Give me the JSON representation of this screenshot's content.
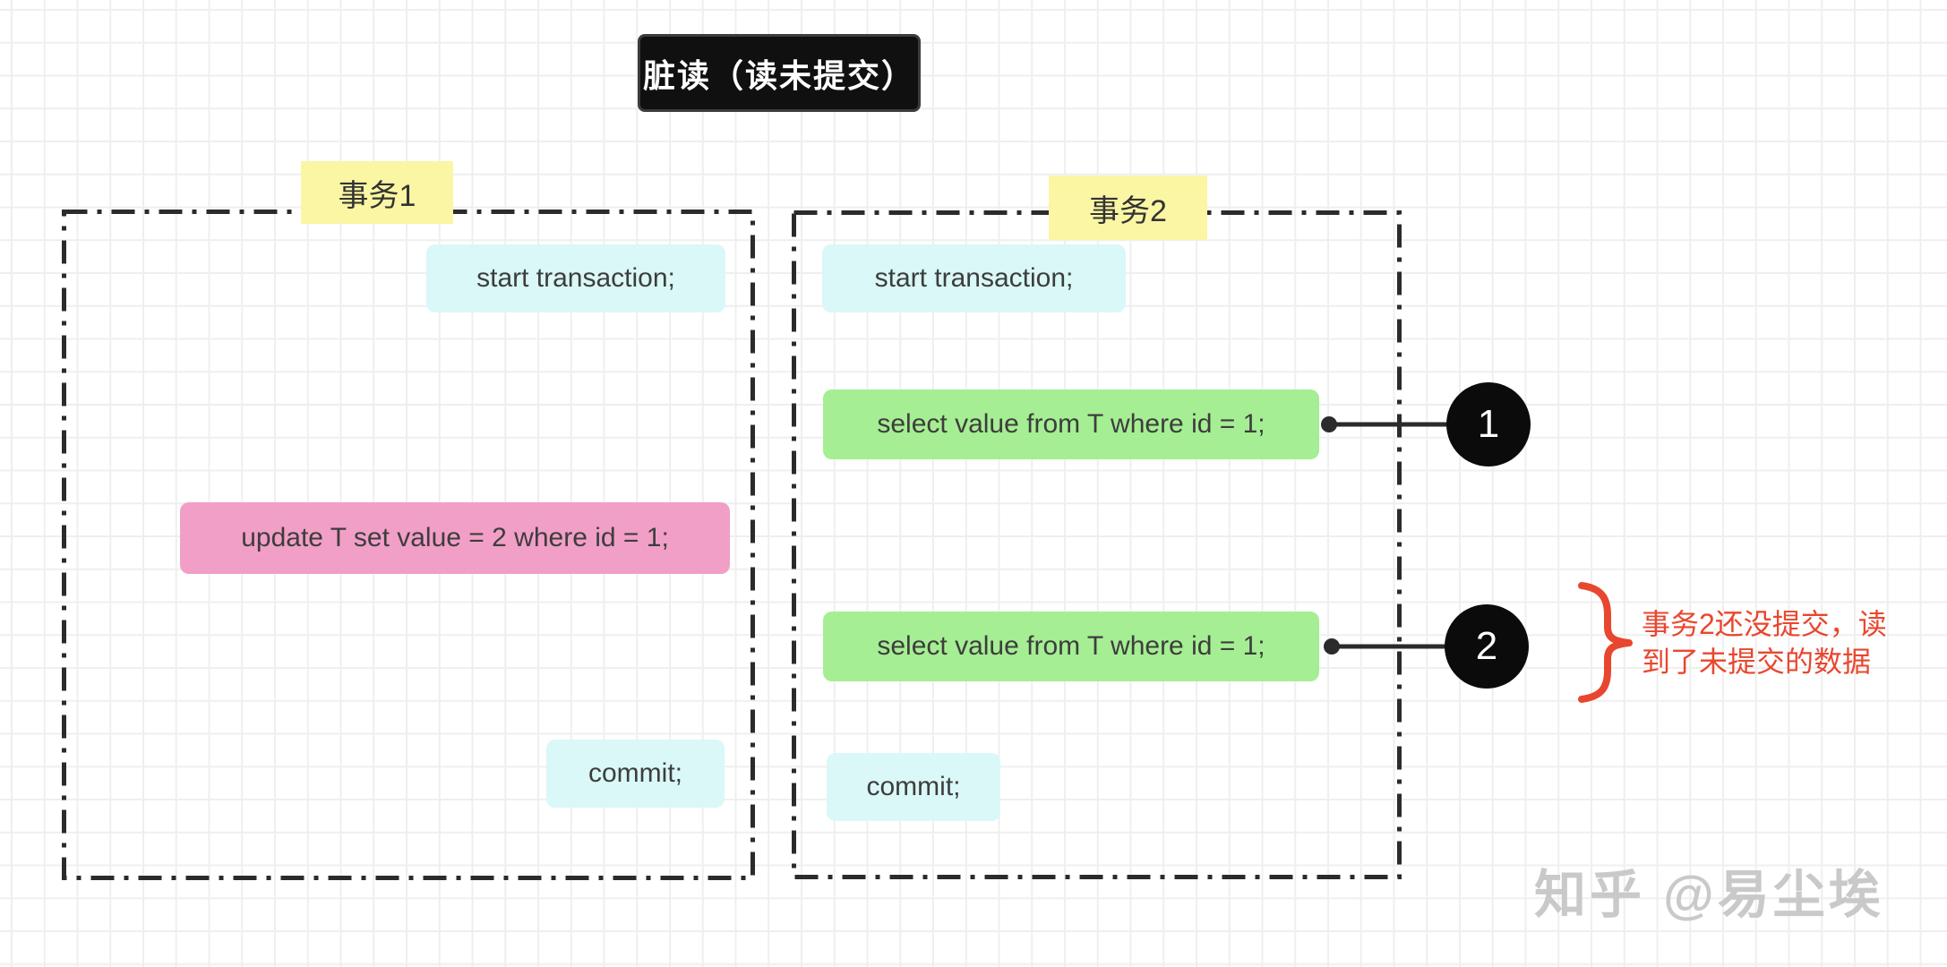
{
  "title": {
    "text": "脏读（读未提交）"
  },
  "transactions": [
    {
      "label": "事务1",
      "statements": [
        {
          "text": "start transaction;"
        },
        {
          "text": "update T set value = 2 where id = 1;"
        },
        {
          "text": "commit;"
        }
      ]
    },
    {
      "label": "事务2",
      "statements": [
        {
          "text": "start transaction;"
        },
        {
          "text": "select value from T where id = 1;"
        },
        {
          "text": "select value from T where id = 1;"
        },
        {
          "text": "commit;"
        }
      ]
    }
  ],
  "markers": [
    {
      "label": "1"
    },
    {
      "label": "2"
    }
  ],
  "note": {
    "lines": [
      "事务2还没提交，读",
      "到了未提交的数据"
    ]
  },
  "watermark": {
    "text": "知乎 @易尘埃"
  },
  "colors": {
    "statement_cyan": "#d9f8f7",
    "statement_green": "#a5ee93",
    "statement_pink": "#f19fc6",
    "label_yellow": "#faf6a3",
    "title_black": "#101010",
    "annotation_red": "#e8472f",
    "border_stroke": "#2b2b2b",
    "watermark_gray": "#c9c9c9",
    "grid_line": "#efefef"
  }
}
